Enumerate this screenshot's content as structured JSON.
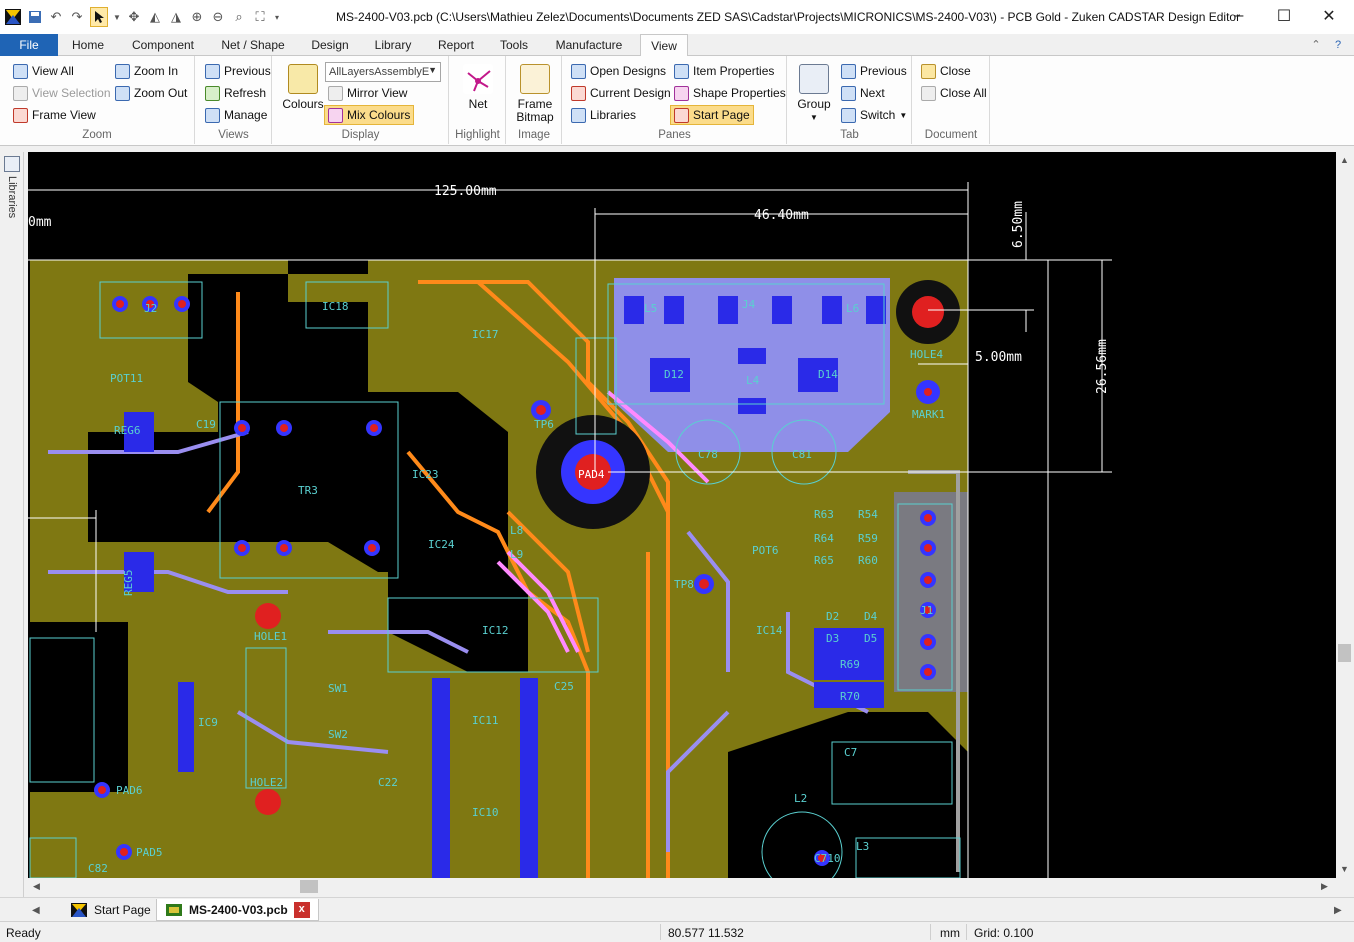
{
  "title": "MS-2400-V03.pcb (C:\\Users\\Mathieu Zelez\\Documents\\Documents ZED SAS\\Cadstar\\Projects\\MICRONICS\\MS-2400-V03\\) - PCB Gold - Zuken CADSTAR Design Editor",
  "tabs": [
    "File",
    "Home",
    "Component",
    "Net / Shape",
    "Design",
    "Library",
    "Report",
    "Tools",
    "Manufacture",
    "View"
  ],
  "ribbon": {
    "zoom": {
      "label": "Zoom",
      "view_all": "View All",
      "zoom_in": "Zoom In",
      "view_selection": "View Selection",
      "zoom_out": "Zoom Out",
      "frame_view": "Frame View"
    },
    "views": {
      "label": "Views",
      "previous": "Previous",
      "refresh": "Refresh",
      "manage": "Manage"
    },
    "display": {
      "label": "Display",
      "colours": "Colours",
      "layer_value": "AllLayersAssemblyE",
      "mirror_view": "Mirror View",
      "mix_colours": "Mix Colours"
    },
    "highlight": {
      "label": "Highlight",
      "net": "Net"
    },
    "image": {
      "label": "Image",
      "frame_bitmap": "Frame Bitmap"
    },
    "panes": {
      "label": "Panes",
      "open_designs": "Open Designs",
      "item_properties": "Item Properties",
      "current_design": "Current Design",
      "shape_properties": "Shape Properties",
      "libraries": "Libraries",
      "start_page": "Start Page"
    },
    "tab": {
      "label": "Tab",
      "group": "Group",
      "previous": "Previous",
      "next": "Next",
      "switch": "Switch"
    },
    "document": {
      "label": "Document",
      "close": "Close",
      "close_all": "Close All"
    }
  },
  "side_panel": {
    "libraries": "Libraries"
  },
  "canvas": {
    "dimensions": [
      "125.00mm",
      "46.40mm",
      "6.50mm",
      "5.00mm",
      "26.56mm",
      "0mm"
    ],
    "components": [
      "IC18",
      "IC17",
      "J2",
      "POT11",
      "REG6",
      "TR3",
      "IC23",
      "IC24",
      "D12",
      "D14",
      "L4",
      "L5",
      "L6",
      "J4",
      "HOLE4",
      "MARK1",
      "PAD4",
      "TP6",
      "C78",
      "C81",
      "R63",
      "R54",
      "R64",
      "R59",
      "R65",
      "R60",
      "POT6",
      "TP8",
      "IC14",
      "D2",
      "D3",
      "D4",
      "D5",
      "R69",
      "R70",
      "J1",
      "IC12",
      "IC11",
      "IC10",
      "IC9",
      "C22",
      "C25",
      "C7",
      "L2",
      "L3",
      "C710",
      "HOLE1",
      "HOLE2",
      "PAD6",
      "PAD5",
      "C82",
      "REG5",
      "L8",
      "L9",
      "SW1",
      "SW2",
      "C19"
    ]
  },
  "doc_tabs": {
    "start_page": "Start Page",
    "design": "MS-2400-V03.pcb",
    "close": "x"
  },
  "status": {
    "ready": "Ready",
    "coords": "80.577  11.532",
    "units": "mm",
    "grid": "Grid: 0.100"
  }
}
